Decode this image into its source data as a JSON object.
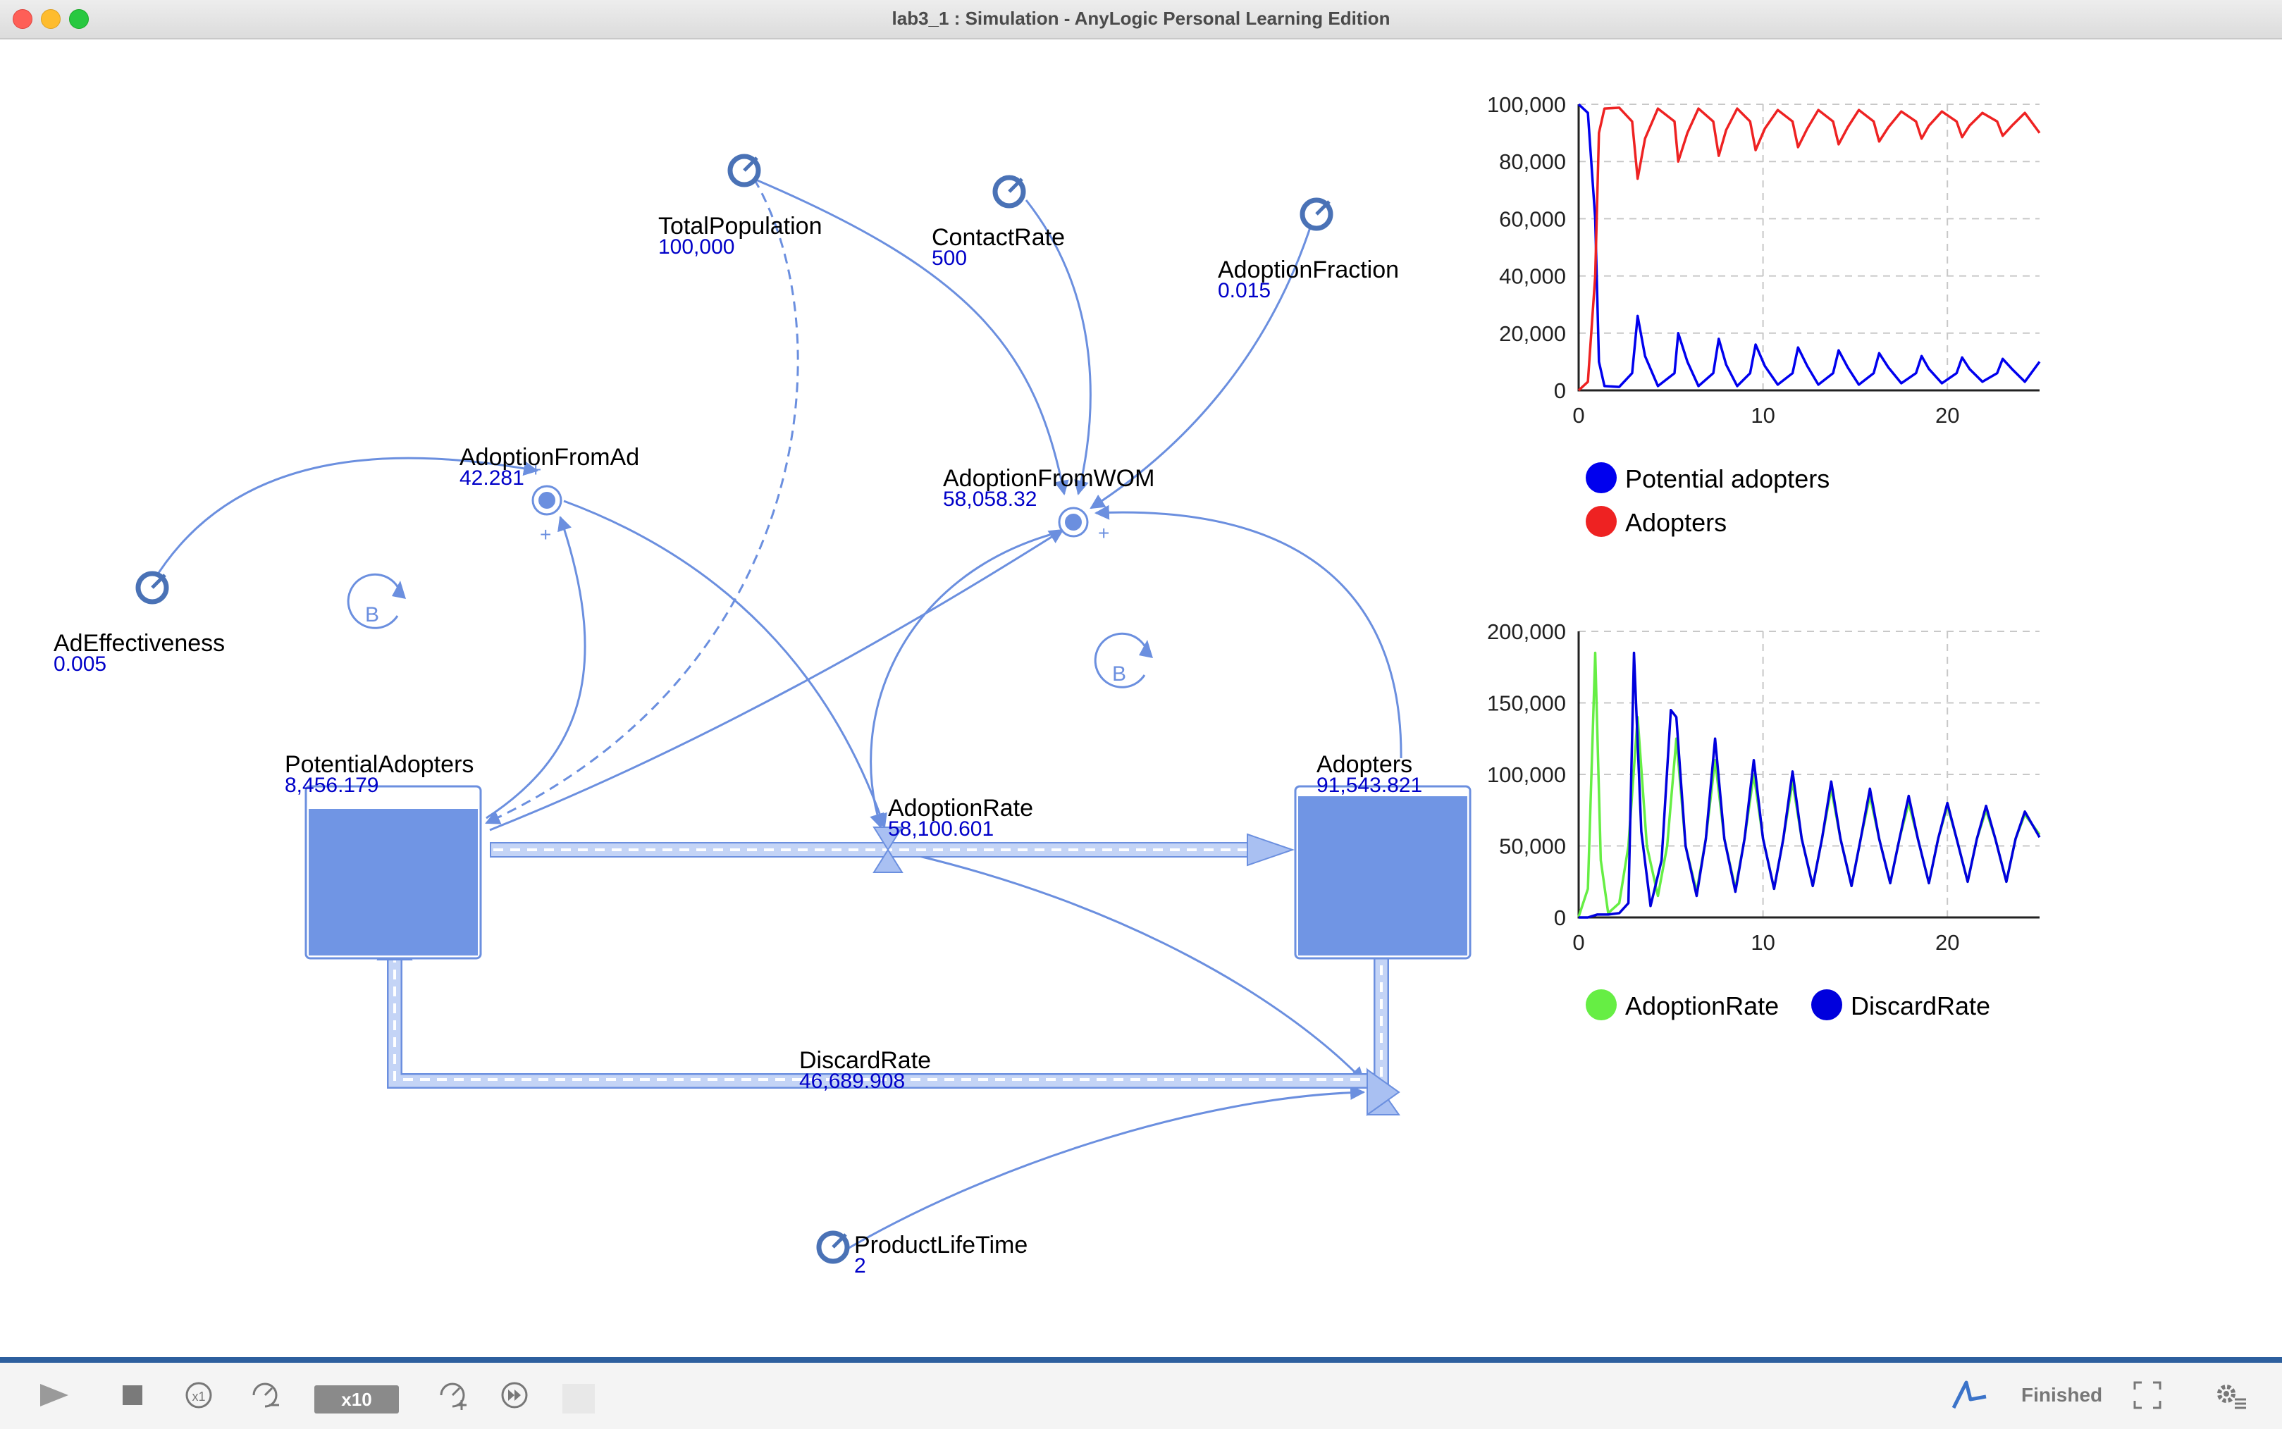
{
  "window": {
    "title": "lab3_1 : Simulation - AnyLogic Personal Learning Edition"
  },
  "model": {
    "params": [
      {
        "name": "TotalPopulation",
        "value": "100,000"
      },
      {
        "name": "ContactRate",
        "value": "500"
      },
      {
        "name": "AdoptionFraction",
        "value": "0.015"
      },
      {
        "name": "AdEffectiveness",
        "value": "0.005"
      },
      {
        "name": "ProductLifeTime",
        "value": "2"
      }
    ],
    "aux": [
      {
        "name": "AdoptionFromAd",
        "value": "42.281"
      },
      {
        "name": "AdoptionFromWOM",
        "value": "58,058.32"
      }
    ],
    "stocks": [
      {
        "name": "PotentialAdopters",
        "value": "8,456.179"
      },
      {
        "name": "Adopters",
        "value": "91,543.821"
      }
    ],
    "flows": [
      {
        "name": "AdoptionRate",
        "value": "58,100.601"
      },
      {
        "name": "DiscardRate",
        "value": "46,689.908"
      }
    ],
    "loops": [
      "B",
      "B"
    ],
    "polarity": [
      "+",
      "+",
      "+"
    ]
  },
  "chart_data": [
    {
      "type": "line",
      "x_ticks": [
        "0",
        "10",
        "20"
      ],
      "y_ticks": [
        "0",
        "20,000",
        "40,000",
        "60,000",
        "80,000",
        "100,000"
      ],
      "xlim": [
        0,
        25
      ],
      "ylim": [
        0,
        100000
      ],
      "grid": true,
      "legend_position": "bottom",
      "series": [
        {
          "name": "Potential adopters",
          "color": "#0000ee",
          "x": [
            0,
            0.5,
            0.9,
            1.1,
            1.4,
            2.2,
            2.9,
            3.2,
            3.6,
            4.3,
            5.2,
            5.4,
            5.9,
            6.5,
            7.3,
            7.6,
            8.0,
            8.6,
            9.3,
            9.6,
            10.1,
            10.8,
            11.6,
            11.9,
            12.4,
            13.0,
            13.8,
            14.1,
            14.6,
            15.2,
            16.0,
            16.3,
            16.8,
            17.5,
            18.3,
            18.6,
            19.0,
            19.7,
            20.5,
            20.8,
            21.2,
            21.9,
            22.7,
            23.0,
            23.5,
            24.2,
            25
          ],
          "y": [
            100000,
            97000,
            60000,
            10000,
            1500,
            1200,
            6000,
            26000,
            12000,
            1500,
            6000,
            20000,
            10000,
            1500,
            6000,
            18000,
            9000,
            1500,
            6000,
            16000,
            8500,
            2000,
            6000,
            15000,
            8500,
            2000,
            6000,
            14000,
            8000,
            2000,
            6000,
            13000,
            8000,
            2500,
            6000,
            12000,
            7500,
            2500,
            6000,
            11500,
            7500,
            3000,
            6000,
            11000,
            7500,
            3000,
            10000
          ]
        },
        {
          "name": "Adopters",
          "color": "#ee2222",
          "x": [
            0,
            0.5,
            0.9,
            1.1,
            1.4,
            2.2,
            2.9,
            3.2,
            3.6,
            4.3,
            5.2,
            5.4,
            5.9,
            6.5,
            7.3,
            7.6,
            8.0,
            8.6,
            9.3,
            9.6,
            10.1,
            10.8,
            11.6,
            11.9,
            12.4,
            13.0,
            13.8,
            14.1,
            14.6,
            15.2,
            16.0,
            16.3,
            16.8,
            17.5,
            18.3,
            18.6,
            19.0,
            19.7,
            20.5,
            20.8,
            21.2,
            21.9,
            22.7,
            23.0,
            23.5,
            24.2,
            25
          ],
          "y": [
            0,
            3000,
            40000,
            90000,
            98500,
            98800,
            94000,
            74000,
            88000,
            98500,
            94000,
            80000,
            90000,
            98500,
            94000,
            82000,
            91000,
            98500,
            94000,
            84000,
            91500,
            98000,
            94000,
            85000,
            91500,
            98000,
            94000,
            86000,
            92000,
            98000,
            94000,
            87000,
            92000,
            97500,
            94000,
            88000,
            92500,
            97500,
            94000,
            88500,
            92500,
            97000,
            94000,
            89000,
            92500,
            97000,
            90000
          ]
        }
      ]
    },
    {
      "type": "line",
      "x_ticks": [
        "0",
        "10",
        "20"
      ],
      "y_ticks": [
        "0",
        "50,000",
        "100,000",
        "150,000",
        "200,000"
      ],
      "xlim": [
        0,
        25
      ],
      "ylim": [
        0,
        200000
      ],
      "grid": true,
      "legend_position": "bottom",
      "series": [
        {
          "name": "AdoptionRate",
          "color": "#66ee44",
          "x": [
            0,
            0.5,
            0.9,
            1.2,
            1.6,
            2.2,
            2.7,
            3.2,
            3.7,
            4.3,
            4.8,
            5.3,
            5.8,
            6.4,
            6.9,
            7.4,
            7.9,
            8.5,
            9.0,
            9.5,
            10.0,
            10.6,
            11.1,
            11.6,
            12.1,
            12.7,
            13.2,
            13.7,
            14.2,
            14.8,
            15.3,
            15.8,
            16.3,
            16.9,
            17.4,
            17.9,
            18.4,
            19.0,
            19.5,
            20.0,
            20.5,
            21.1,
            21.6,
            22.1,
            22.6,
            23.2,
            23.7,
            24.2,
            25
          ],
          "y": [
            500,
            20000,
            185000,
            40000,
            3000,
            10000,
            50000,
            140000,
            50000,
            15000,
            50000,
            125000,
            50000,
            18000,
            55000,
            110000,
            55000,
            20000,
            55000,
            100000,
            55000,
            20000,
            55000,
            95000,
            55000,
            22000,
            55000,
            90000,
            55000,
            22000,
            55000,
            85000,
            55000,
            24000,
            55000,
            80000,
            55000,
            24000,
            55000,
            78000,
            55000,
            25000,
            55000,
            75000,
            55000,
            25000,
            55000,
            72000,
            58000
          ]
        },
        {
          "name": "DiscardRate",
          "color": "#0000dd",
          "x": [
            0,
            0.5,
            1.0,
            1.6,
            2.2,
            2.7,
            3.0,
            3.4,
            3.9,
            4.5,
            5.0,
            5.3,
            5.8,
            6.4,
            6.9,
            7.4,
            7.9,
            8.5,
            9.0,
            9.5,
            10.0,
            10.6,
            11.1,
            11.6,
            12.1,
            12.7,
            13.2,
            13.7,
            14.2,
            14.8,
            15.3,
            15.8,
            16.3,
            16.9,
            17.4,
            17.9,
            18.4,
            19.0,
            19.5,
            20.0,
            20.5,
            21.1,
            21.6,
            22.1,
            22.6,
            23.2,
            23.7,
            24.2,
            25
          ],
          "y": [
            0,
            0,
            2000,
            2000,
            3000,
            10000,
            185000,
            60000,
            8000,
            40000,
            145000,
            140000,
            50000,
            15000,
            55000,
            125000,
            55000,
            18000,
            55000,
            110000,
            55000,
            20000,
            55000,
            102000,
            55000,
            22000,
            55000,
            95000,
            55000,
            22000,
            55000,
            90000,
            55000,
            24000,
            55000,
            85000,
            55000,
            24000,
            55000,
            80000,
            55000,
            25000,
            55000,
            78000,
            55000,
            25000,
            55000,
            74000,
            56000
          ]
        }
      ]
    }
  ],
  "toolbar": {
    "speed": "x10",
    "status": "Finished"
  }
}
